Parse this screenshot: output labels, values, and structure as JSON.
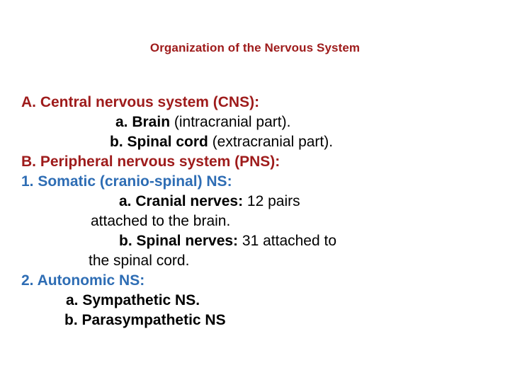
{
  "slide": {
    "title": "Organization of the Nervous System",
    "colors": {
      "title_red": "#9e1b1b",
      "heading_red": "#9e1b1b",
      "heading_blue": "#2e6db4",
      "body_black": "#000000",
      "background": "#ffffff"
    },
    "lines": [
      {
        "id": "cns-heading",
        "name": "line-central-nervous-system",
        "indent": "ind-0",
        "segments": [
          {
            "text": "A. Central nervous system (CNS):",
            "weight": "bold",
            "color": "red"
          }
        ]
      },
      {
        "id": "cns-a-brain",
        "name": "line-brain",
        "indent": "ind-163",
        "segments": [
          {
            "text": "a. Brain ",
            "weight": "bold",
            "color": "black"
          },
          {
            "text": "(intracranial part).",
            "weight": "reg",
            "color": "black"
          }
        ]
      },
      {
        "id": "cns-b-spinal-cord",
        "name": "line-spinal-cord",
        "indent": "ind-155",
        "segments": [
          {
            "text": "b. Spinal cord ",
            "weight": "bold",
            "color": "black"
          },
          {
            "text": "(extracranial part).",
            "weight": "reg",
            "color": "black"
          }
        ]
      },
      {
        "id": "pns-heading",
        "name": "line-peripheral-nervous-system",
        "indent": "ind-0",
        "segments": [
          {
            "text": "B. Peripheral nervous system (PNS):",
            "weight": "bold",
            "color": "red"
          }
        ]
      },
      {
        "id": "somatic-heading",
        "name": "line-somatic-ns",
        "indent": "ind-0",
        "segments": [
          {
            "text": "1. Somatic (cranio-spinal) NS:",
            "weight": "bold",
            "color": "blue"
          }
        ]
      },
      {
        "id": "cranial-nerves",
        "name": "line-cranial-nerves",
        "indent": "ind-168",
        "segments": [
          {
            "text": "a. Cranial nerves:",
            "weight": "bold",
            "color": "black"
          },
          {
            "text": " 12 pairs",
            "weight": "reg",
            "color": "black"
          }
        ]
      },
      {
        "id": "cranial-nerves-cont",
        "name": "line-cranial-nerves-continued",
        "indent": "ind-128",
        "segments": [
          {
            "text": "attached to the brain.",
            "weight": "reg",
            "color": "black"
          }
        ]
      },
      {
        "id": "spinal-nerves",
        "name": "line-spinal-nerves",
        "indent": "ind-168",
        "segments": [
          {
            "text": "b. Spinal nerves:",
            "weight": "bold",
            "color": "black"
          },
          {
            "text": " 31 attached to",
            "weight": "reg",
            "color": "black"
          }
        ]
      },
      {
        "id": "spinal-nerves-cont",
        "name": "line-spinal-nerves-continued",
        "indent": "ind-125",
        "segments": [
          {
            "text": "the spinal cord.",
            "weight": "reg",
            "color": "black"
          }
        ]
      },
      {
        "id": "autonomic-heading",
        "name": "line-autonomic-ns",
        "indent": "ind-0",
        "segments": [
          {
            "text": "2. Autonomic NS:",
            "weight": "bold",
            "color": "blue"
          }
        ]
      },
      {
        "id": "sympathetic",
        "name": "line-sympathetic-ns",
        "indent": "ind-93",
        "segments": [
          {
            "text": "a. Sympathetic NS.",
            "weight": "bold",
            "color": "black"
          }
        ]
      },
      {
        "id": "parasympathetic",
        "name": "line-parasympathetic-ns",
        "indent": "ind-91",
        "segments": [
          {
            "text": "b. Parasympathetic NS",
            "weight": "bold",
            "color": "black"
          }
        ]
      }
    ]
  }
}
